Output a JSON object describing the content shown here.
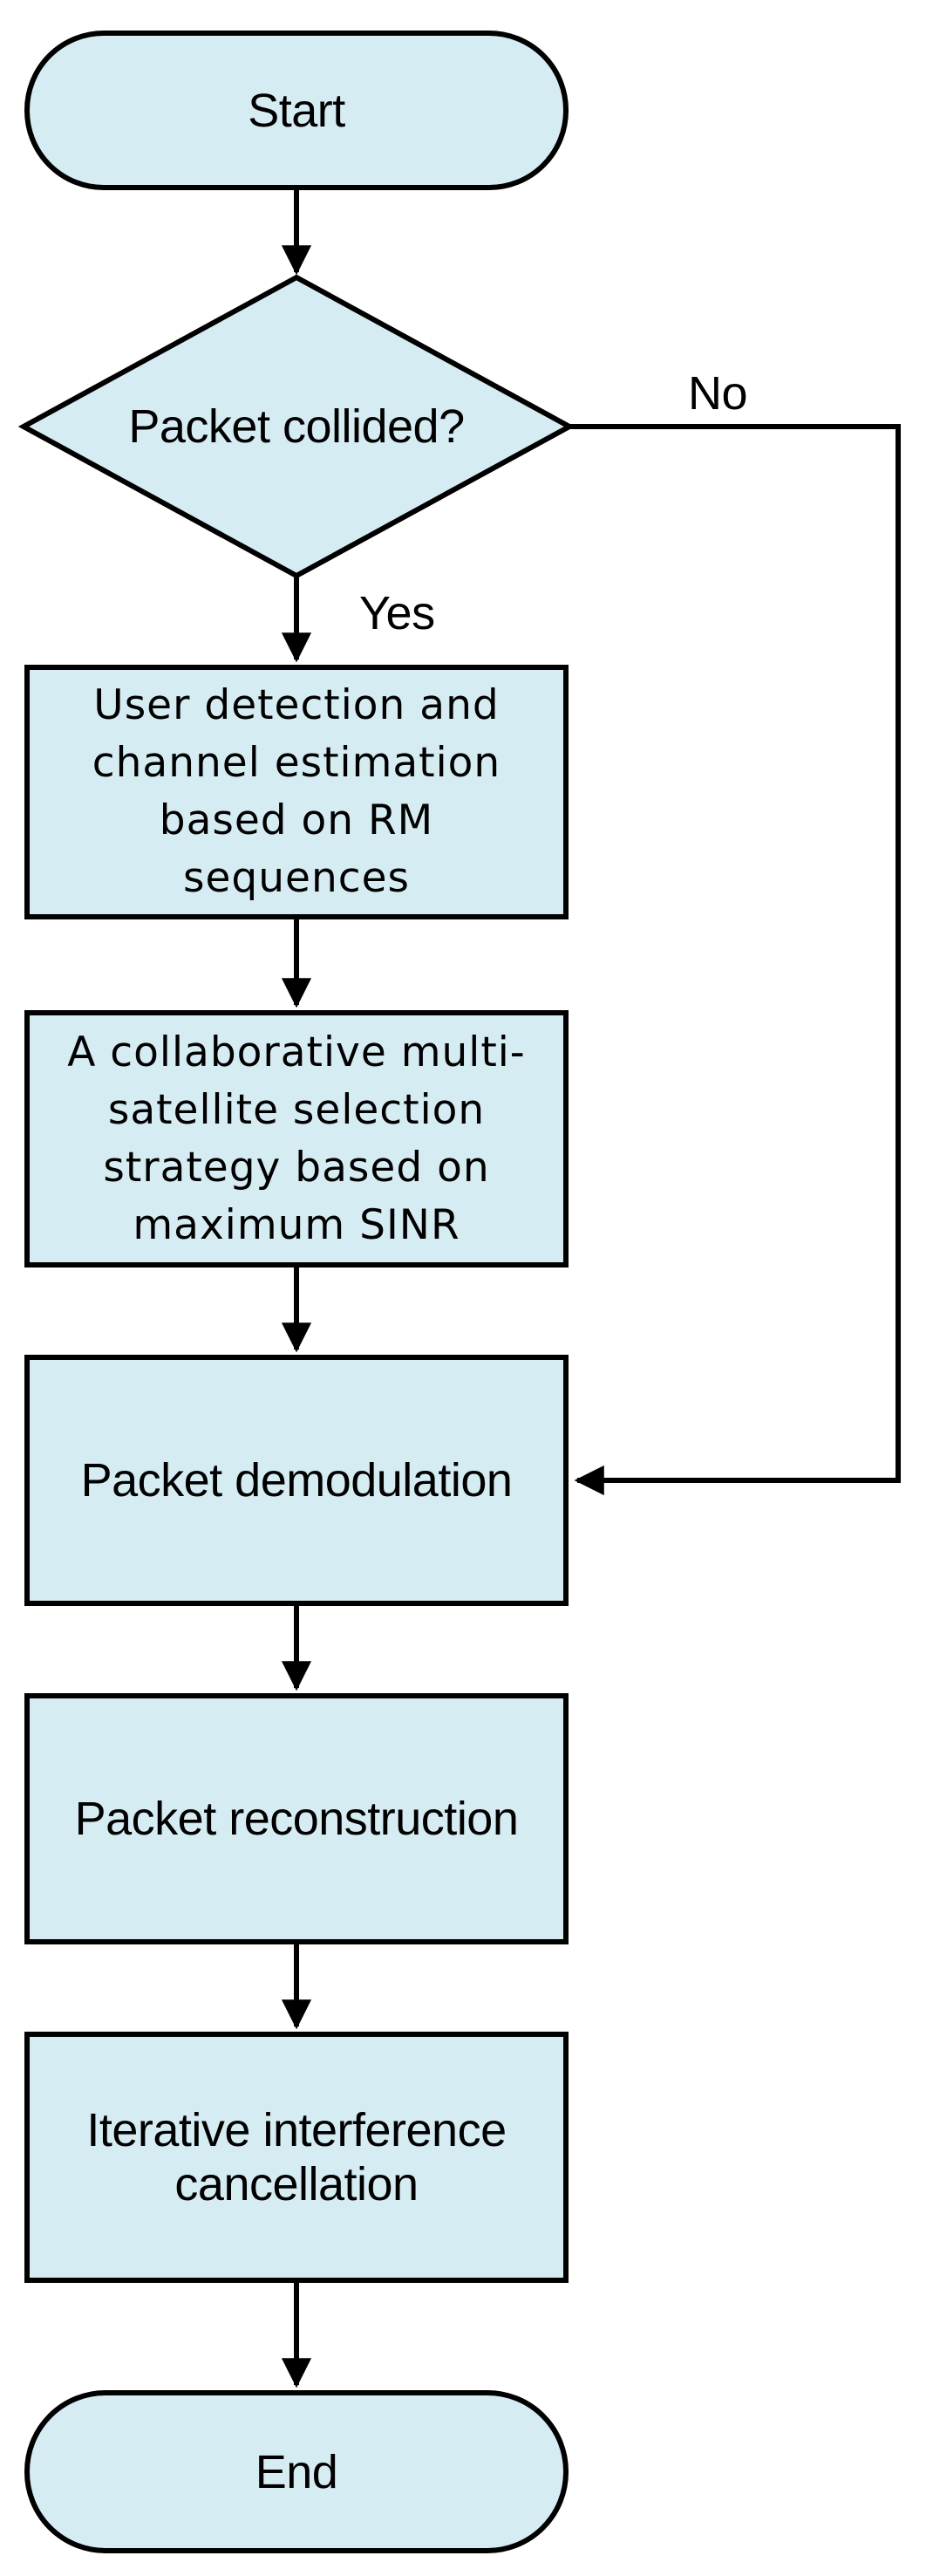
{
  "flowchart": {
    "background_color": "#ffffff",
    "shape_fill_color": "#d6ecf3",
    "shape_stroke_color": "#000000",
    "text_color": "#000000",
    "nodes": [
      {
        "id": "start",
        "type": "terminator",
        "label": "Start"
      },
      {
        "id": "packet-collided",
        "type": "decision",
        "label": "Packet collided?"
      },
      {
        "id": "user-detection",
        "type": "process",
        "lines": [
          "User detection and",
          "channel estimation",
          "based on RM",
          "sequences"
        ]
      },
      {
        "id": "satellite-selection",
        "type": "process",
        "lines": [
          "A collaborative multi-",
          "satellite selection",
          "strategy based on",
          "maximum SINR"
        ]
      },
      {
        "id": "packet-demodulation",
        "type": "process",
        "lines": [
          "Packet demodulation"
        ]
      },
      {
        "id": "packet-reconstruction",
        "type": "process",
        "lines": [
          "Packet reconstruction"
        ]
      },
      {
        "id": "iterative-interference-cancellation",
        "type": "process",
        "lines": [
          "Iterative interference",
          "cancellation"
        ]
      },
      {
        "id": "end",
        "type": "terminator",
        "label": "End"
      }
    ],
    "edges": [
      {
        "from": "start",
        "to": "packet-collided",
        "label": ""
      },
      {
        "from": "packet-collided",
        "to": "user-detection",
        "label": "Yes"
      },
      {
        "from": "packet-collided",
        "to": "packet-demodulation",
        "label": "No"
      },
      {
        "from": "user-detection",
        "to": "satellite-selection",
        "label": ""
      },
      {
        "from": "satellite-selection",
        "to": "packet-demodulation",
        "label": ""
      },
      {
        "from": "packet-demodulation",
        "to": "packet-reconstruction",
        "label": ""
      },
      {
        "from": "packet-reconstruction",
        "to": "iterative-interference-cancellation",
        "label": ""
      },
      {
        "from": "iterative-interference-cancellation",
        "to": "end",
        "label": ""
      }
    ]
  }
}
